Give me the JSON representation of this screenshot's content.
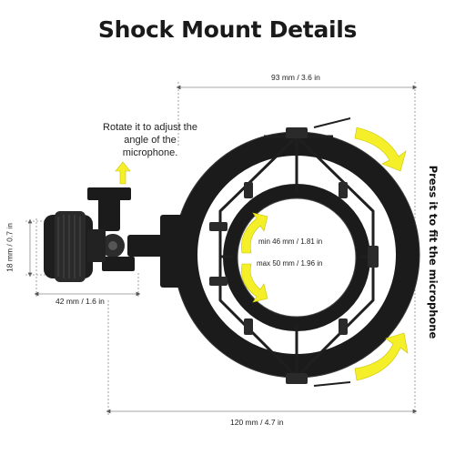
{
  "title": "Shock Mount Details",
  "rotate_note": "Rotate it to adjust the angle of the microphone.",
  "press_note": "Press it to fit the microphone",
  "dimensions": {
    "top_width": "93 mm / 3.6 in",
    "bottom_width": "120 mm / 4.7 in",
    "knob_width": "42 mm / 1.6 in",
    "knob_height": "18 mm / 0.7 in",
    "min_diameter": "min 46 mm / 1.81 in",
    "max_diameter": "max 50 mm / 1.96 in"
  },
  "colors": {
    "arrow_yellow": "#f5ef2a",
    "mount_black": "#1b1b1b",
    "dimension_line": "#8a8a8a"
  },
  "icons": {
    "rotate_arrow": "arrow-up-icon",
    "press_arrows": "curved-arrow-icon"
  }
}
